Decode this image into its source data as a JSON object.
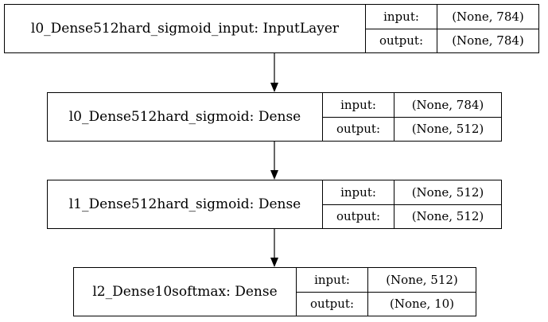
{
  "nodes": [
    {
      "name": "l0_Dense512hard_sigmoid_input: InputLayer",
      "input_label": "input:",
      "input_value": "(None, 784)",
      "output_label": "output:",
      "output_value": "(None, 784)"
    },
    {
      "name": "l0_Dense512hard_sigmoid: Dense",
      "input_label": "input:",
      "input_value": "(None, 784)",
      "output_label": "output:",
      "output_value": "(None, 512)"
    },
    {
      "name": "l1_Dense512hard_sigmoid: Dense",
      "input_label": "input:",
      "input_value": "(None, 512)",
      "output_label": "output:",
      "output_value": "(None, 512)"
    },
    {
      "name": "l2_Dense10softmax: Dense",
      "input_label": "input:",
      "input_value": "(None, 512)",
      "output_label": "output:",
      "output_value": "(None, 10)"
    }
  ],
  "edges": [
    {
      "from": 0,
      "to": 1
    },
    {
      "from": 1,
      "to": 2
    },
    {
      "from": 2,
      "to": 3
    }
  ]
}
